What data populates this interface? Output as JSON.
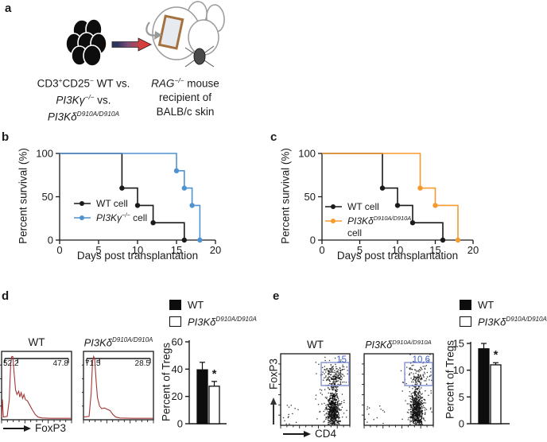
{
  "colors": {
    "black": "#1a1a1a",
    "blue": "#4f92d1",
    "orange": "#f79a2e",
    "dark_red": "#a33636",
    "gate_blue": "#8292cf",
    "gate_text_blue": "#3d5ec9"
  },
  "panel_letters": {
    "a": "a",
    "b": "b",
    "c": "c",
    "d": "d",
    "e": "e"
  },
  "panel_a": {
    "cells_line1_base": "CD3",
    "cells_line1_sup1": "+",
    "cells_line1_mid": "CD25",
    "cells_line1_sup2": "−",
    "cells_line1_end": " WT vs.",
    "cells_line2_it": "PI3Kγ",
    "cells_line2_sup": "−/−",
    "cells_line2_end": " vs.",
    "cells_line3_it": "PI3Kδ",
    "cells_line3_sup": "D910A/D910A",
    "mouse_line1_it": "RAG",
    "mouse_line1_sup": "−/−",
    "mouse_line1_end": " mouse",
    "mouse_line2": "recipient of",
    "mouse_line3": "BALB/c skin"
  },
  "survival_legend_b": {
    "item1": "WT cell",
    "item2_it": "PI3Kγ",
    "item2_sup": "−/−",
    "item2_end": " cell"
  },
  "survival_legend_c": {
    "item1": "WT cell",
    "item2_it": "PI3Kδ",
    "item2_sup": "D910A/D910A",
    "item2_line2": "cell"
  },
  "panel_d": {
    "plot1_title": "WT",
    "plot2_title_it": "PI3Kδ",
    "plot2_title_sup": "D910A/D910A",
    "plot1_gate_left": "52.2",
    "plot1_gate_right": "47.8",
    "plot2_gate_left": "71.5",
    "plot2_gate_right": "28.5",
    "xaxis": "FoxP3",
    "legend_wt": "WT",
    "legend_mut_it": "PI3Kδ",
    "legend_mut_sup": "D910A/D910A"
  },
  "panel_e": {
    "plot1_title": "WT",
    "plot2_title_it": "PI3Kδ",
    "plot2_title_sup": "D910A/D910A",
    "plot1_gate_value": "15",
    "plot2_gate_value": "10.6",
    "xaxis": "CD4",
    "yaxis": "FoxP3",
    "legend_wt": "WT",
    "legend_mut_it": "PI3Kδ",
    "legend_mut_sup": "D910A/D910A"
  },
  "chart_data": [
    {
      "id": "survival_b",
      "type": "line",
      "xlabel": "Days post transplantation",
      "ylabel": "Percent survival (%)",
      "xlim": [
        0,
        20
      ],
      "ylim": [
        0,
        100
      ],
      "xticks": [
        0,
        5,
        10,
        15,
        20
      ],
      "yticks": [
        0,
        50,
        100
      ],
      "legend_position": "inside-left",
      "series": [
        {
          "name": "WT cell",
          "color": "#1a1a1a",
          "x": [
            0,
            8,
            8,
            10,
            10,
            12,
            12,
            16,
            16
          ],
          "y": [
            100,
            100,
            60,
            60,
            40,
            40,
            20,
            20,
            0
          ],
          "markers": [
            [
              8,
              60
            ],
            [
              10,
              40
            ],
            [
              12,
              20
            ],
            [
              16,
              0
            ]
          ]
        },
        {
          "name": "PI3Kγ−/− cell",
          "color": "#4f92d1",
          "x": [
            0,
            15,
            15,
            16,
            16,
            17,
            17,
            18,
            18
          ],
          "y": [
            100,
            100,
            80,
            80,
            60,
            60,
            40,
            40,
            0
          ],
          "markers": [
            [
              15,
              80
            ],
            [
              16,
              60
            ],
            [
              17,
              40
            ],
            [
              18,
              0
            ]
          ]
        }
      ]
    },
    {
      "id": "survival_c",
      "type": "line",
      "xlabel": "Days post transplantation",
      "ylabel": "Percent survival (%)",
      "xlim": [
        0,
        20
      ],
      "ylim": [
        0,
        100
      ],
      "xticks": [
        0,
        5,
        10,
        15,
        20
      ],
      "yticks": [
        0,
        50,
        100
      ],
      "legend_position": "inside-left",
      "series": [
        {
          "name": "WT cell",
          "color": "#1a1a1a",
          "x": [
            0,
            8,
            8,
            10,
            10,
            12,
            12,
            16,
            16
          ],
          "y": [
            100,
            100,
            60,
            60,
            40,
            40,
            20,
            20,
            0
          ],
          "markers": [
            [
              8,
              60
            ],
            [
              10,
              40
            ],
            [
              12,
              20
            ],
            [
              16,
              0
            ]
          ]
        },
        {
          "name": "PI3KδD910A/D910A cell",
          "color": "#f79a2e",
          "x": [
            0,
            13,
            13,
            15,
            15,
            18,
            18
          ],
          "y": [
            100,
            100,
            60,
            60,
            40,
            40,
            0
          ],
          "markers": [
            [
              13,
              60
            ],
            [
              15,
              40
            ],
            [
              18,
              0
            ]
          ]
        }
      ]
    },
    {
      "id": "flow_hist_d",
      "type": "line",
      "xlabel": "FoxP3",
      "curve_color": "#a33636",
      "plots": [
        {
          "title": "WT",
          "gate_left_pct": 52.2,
          "gate_right_pct": 47.8,
          "points": [
            [
              0,
              0.03
            ],
            [
              0.012,
              0.3
            ],
            [
              0.025,
              0.03
            ],
            [
              0.08,
              0.04
            ],
            [
              0.11,
              0.3
            ],
            [
              0.13,
              0.85
            ],
            [
              0.145,
              0.97
            ],
            [
              0.16,
              0.97
            ],
            [
              0.18,
              0.7
            ],
            [
              0.2,
              0.45
            ],
            [
              0.22,
              0.38
            ],
            [
              0.245,
              0.43
            ],
            [
              0.26,
              0.34
            ],
            [
              0.28,
              0.41
            ],
            [
              0.3,
              0.32
            ],
            [
              0.32,
              0.38
            ],
            [
              0.34,
              0.3
            ],
            [
              0.37,
              0.28
            ],
            [
              0.4,
              0.22
            ],
            [
              0.44,
              0.14
            ],
            [
              0.48,
              0.07
            ],
            [
              0.52,
              0.03
            ],
            [
              0.58,
              0.015
            ],
            [
              0.7,
              0.01
            ],
            [
              1,
              0.01
            ]
          ]
        },
        {
          "title": "PI3KδD910A/D910A",
          "gate_left_pct": 71.5,
          "gate_right_pct": 28.5,
          "points": [
            [
              0,
              0.03
            ],
            [
              0.08,
              0.04
            ],
            [
              0.11,
              0.4
            ],
            [
              0.13,
              0.9
            ],
            [
              0.145,
              0.97
            ],
            [
              0.16,
              0.93
            ],
            [
              0.18,
              0.6
            ],
            [
              0.2,
              0.33
            ],
            [
              0.23,
              0.2
            ],
            [
              0.26,
              0.16
            ],
            [
              0.3,
              0.17
            ],
            [
              0.34,
              0.15
            ],
            [
              0.38,
              0.13
            ],
            [
              0.42,
              0.07
            ],
            [
              0.46,
              0.03
            ],
            [
              0.52,
              0.015
            ],
            [
              0.7,
              0.01
            ],
            [
              1,
              0.01
            ]
          ]
        }
      ],
      "gate_divider": 0.23
    },
    {
      "id": "flow_scatter_e",
      "type": "scatter",
      "xlabel": "CD4",
      "ylabel": "FoxP3",
      "gate_color": "#8292cf",
      "dot_color": "#111111",
      "plots": [
        {
          "title": "WT",
          "gate_pct": 15,
          "cloud_density": 170
        },
        {
          "title": "PI3KδD910A/D910A",
          "gate_pct": 10.6,
          "cloud_density": 80
        }
      ]
    },
    {
      "id": "tregs_d",
      "type": "bar",
      "ylabel": "Percent of Tregs",
      "categories": [
        "WT",
        "PI3KδD910A/D910A"
      ],
      "values": [
        39.5,
        27.5
      ],
      "errors": [
        5.5,
        3.5
      ],
      "ylim": [
        0,
        60
      ],
      "yticks": [
        0,
        20,
        40,
        60
      ],
      "sig": "*",
      "sig_on": 1,
      "bar_colors": [
        "#0d0d0d",
        "#ffffff"
      ]
    },
    {
      "id": "tregs_e",
      "type": "bar",
      "ylabel": "Percent of Tregs",
      "categories": [
        "WT",
        "PI3KδD910A/D910A"
      ],
      "values": [
        14,
        11
      ],
      "errors": [
        1,
        0.4
      ],
      "ylim": [
        0,
        15
      ],
      "yticks": [
        0,
        5,
        10,
        15
      ],
      "sig": "*",
      "sig_on": 1,
      "bar_colors": [
        "#0d0d0d",
        "#ffffff"
      ]
    }
  ]
}
